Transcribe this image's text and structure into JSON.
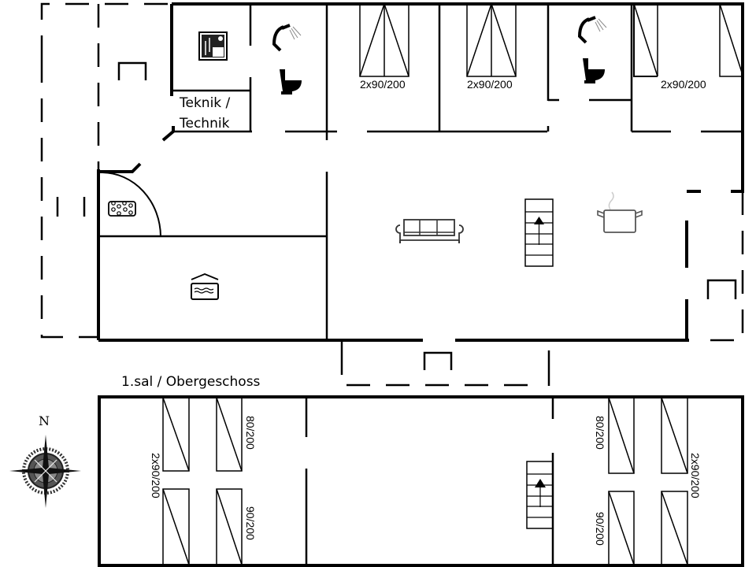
{
  "ground_floor": {
    "rooms": {
      "technik_label_1": "Teknik /",
      "technik_label_2": "Technik",
      "bedroom_1_beds": "2x90/200",
      "bedroom_2_beds": "2x90/200",
      "bedroom_3_beds": "2x90/200"
    },
    "icons": [
      "sauna-icon",
      "shower-icon",
      "toilet-icon",
      "whirlpool-icon",
      "pool-icon",
      "sofa-icon",
      "stairs-up-icon",
      "cooking-pot-icon",
      "shower-icon",
      "toilet-icon"
    ]
  },
  "upper_floor": {
    "title": "1.sal / Obergeschoss",
    "beds": {
      "left_outer": "2x90/200",
      "left_top": "80/200",
      "left_bottom": "90/200",
      "right_top": "80/200",
      "right_bottom": "90/200",
      "right_outer": "2x90/200"
    }
  },
  "compass": {
    "north_label": "N"
  }
}
